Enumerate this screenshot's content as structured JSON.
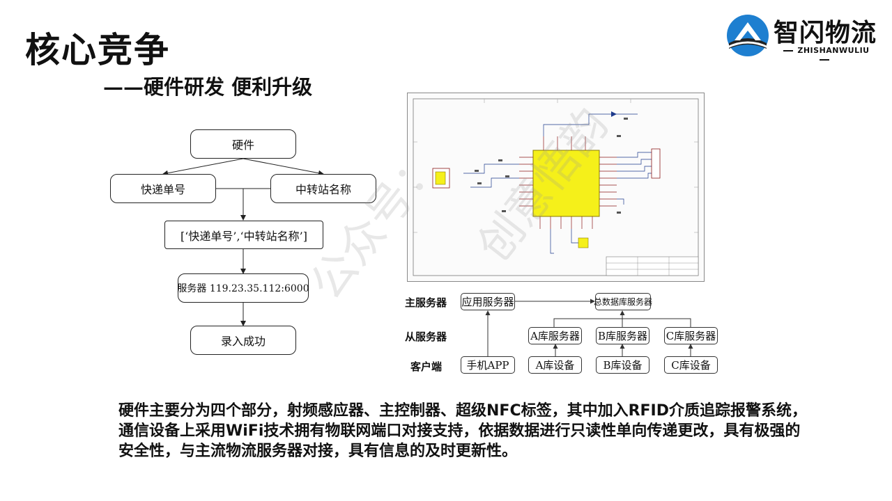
{
  "title": "核心竞争",
  "subtitle": "——硬件研发  便利升级",
  "logo": {
    "name": "智闪物流",
    "sub": "ZHISHANWULIU",
    "colors": {
      "blue": "#1e7fd0",
      "dark": "#222222"
    }
  },
  "flowchart": {
    "hardware": "硬件",
    "tracking_number": "快递单号",
    "transit_station": "中转站名称",
    "payload": "[‘快递单号’,‘中转站名称’]",
    "server": "服务器 119.23.35.112:6000",
    "success": "录入成功"
  },
  "architecture": {
    "row_labels": [
      "主服务器",
      "从服务器",
      "客户端"
    ],
    "app_server": "应用服务器",
    "total_db_server": "总数据库服务器",
    "slave_servers": [
      "A库服务器",
      "B库服务器",
      "C库服务器"
    ],
    "clients": [
      "手机APP",
      "A库设备",
      "B库设备",
      "C库设备"
    ]
  },
  "watermark": {
    "line1": "公众号：",
    "line2": "创意悟韵"
  },
  "body": "硬件主要分为四个部分，射频感应器、主控制器、超级NFC标签，其中加入RFID介质追踪报警系统，通信设备上采用WiFi技术拥有物联网端口对接支持，依据数据进行只读性单向传递更改，具有极强的安全性，与主流物流服务器对接，具有信息的及时更新性。"
}
